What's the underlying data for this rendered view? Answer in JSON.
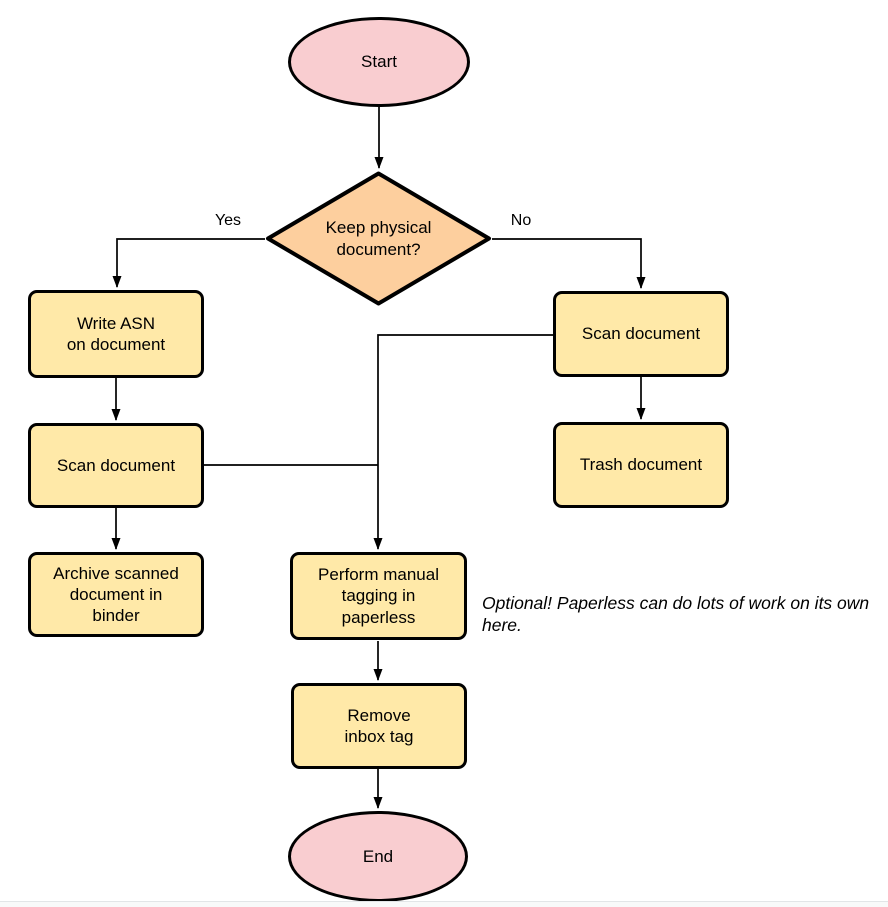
{
  "diagram_type": "flowchart",
  "colors": {
    "terminal_fill": "#f9cdd0",
    "process_fill": "#ffe9a8",
    "decision_fill": "#fdcf9e",
    "stroke": "#000000",
    "background": "#ffffff"
  },
  "nodes": {
    "start": {
      "label": "Start",
      "shape": "ellipse"
    },
    "decision": {
      "label": "Keep physical\ndocument?",
      "shape": "diamond"
    },
    "write_asn": {
      "label": "Write ASN\non document",
      "shape": "rect"
    },
    "scan_left": {
      "label": "Scan document",
      "shape": "rect"
    },
    "archive": {
      "label": "Archive scanned\ndocument in\nbinder",
      "shape": "rect"
    },
    "scan_right": {
      "label": "Scan document",
      "shape": "rect"
    },
    "trash": {
      "label": "Trash document",
      "shape": "rect"
    },
    "tagging": {
      "label": "Perform manual\ntagging in\npaperless",
      "shape": "rect"
    },
    "remove_inbox": {
      "label": "Remove\ninbox tag",
      "shape": "rect"
    },
    "end": {
      "label": "End",
      "shape": "ellipse"
    }
  },
  "edge_labels": {
    "yes": "Yes",
    "no": "No"
  },
  "note": {
    "text": "Optional! Paperless can do lots of work on its own here."
  }
}
